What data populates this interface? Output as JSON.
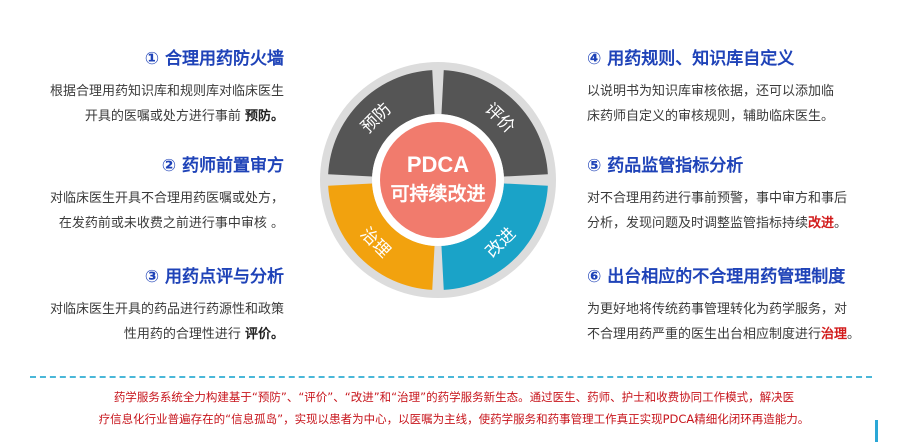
{
  "left_sections": [
    {
      "title": "① 合理用药防火墙",
      "lines": [
        {
          "text": "根据合理用药知识库和规则库对临床医生"
        },
        {
          "text": "开具的医嘱或处方进行事前 ",
          "emph": "预防。"
        }
      ]
    },
    {
      "title": "② 药师前置审方",
      "lines": [
        {
          "text": "对临床医生开具不合理用药医嘱或处方，"
        },
        {
          "text": "在发药前或未收费之前进行事中审核 。"
        }
      ]
    },
    {
      "title": "③ 用药点评与分析",
      "lines": [
        {
          "text": "对临床医生开具的药品进行药源性和政策"
        },
        {
          "text": "性用药的合理性进行 ",
          "emph": "评价。"
        }
      ]
    }
  ],
  "right_sections": [
    {
      "title": "④ 用药规则、知识库自定义",
      "lines": [
        {
          "text": "以说明书为知识库审核依据，还可以添加临"
        },
        {
          "text": "床药师自定义的审核规则，辅助临床医生。"
        }
      ]
    },
    {
      "title": "⑤ 药品监管指标分析",
      "lines": [
        {
          "text": "对不合理用药进行事前预警，事中审方和事后"
        },
        {
          "text": "分析，发现问题及时调整监管指标持续",
          "red": "改进",
          "after": "。"
        }
      ]
    },
    {
      "title": "⑥ 出台相应的不合理用药管理制度",
      "lines": [
        {
          "text": "为更好地将传统药事管理转化为药学服务，对"
        },
        {
          "text": "不合理用药严重的医生出台相应制度进行",
          "red": "治理",
          "after": "。"
        }
      ]
    }
  ],
  "center": {
    "title_top": "PDCA",
    "title_bottom": "可持续改进",
    "segments": [
      {
        "label": "预防",
        "color": "#555555"
      },
      {
        "label": "评价",
        "color": "#555555"
      },
      {
        "label": "改进",
        "color": "#1aa3c8"
      },
      {
        "label": "治理",
        "color": "#f2a20e"
      }
    ],
    "center_color": "#f17b6d",
    "ring_color": "#dcdcdc"
  },
  "footer": {
    "line1": "药学服务系统全力构建基于“预防”、“评价”、“改进”和“治理”的药学服务新生态。通过医生、药师、护士和收费协同工作模式，解决医",
    "line2": "疗信息化行业普遍存在的“信息孤岛”，实现以患者为中心，以医嘱为主线，使药学服务和药事管理工作真正实现PDCA精细化闭环再造能力。"
  }
}
